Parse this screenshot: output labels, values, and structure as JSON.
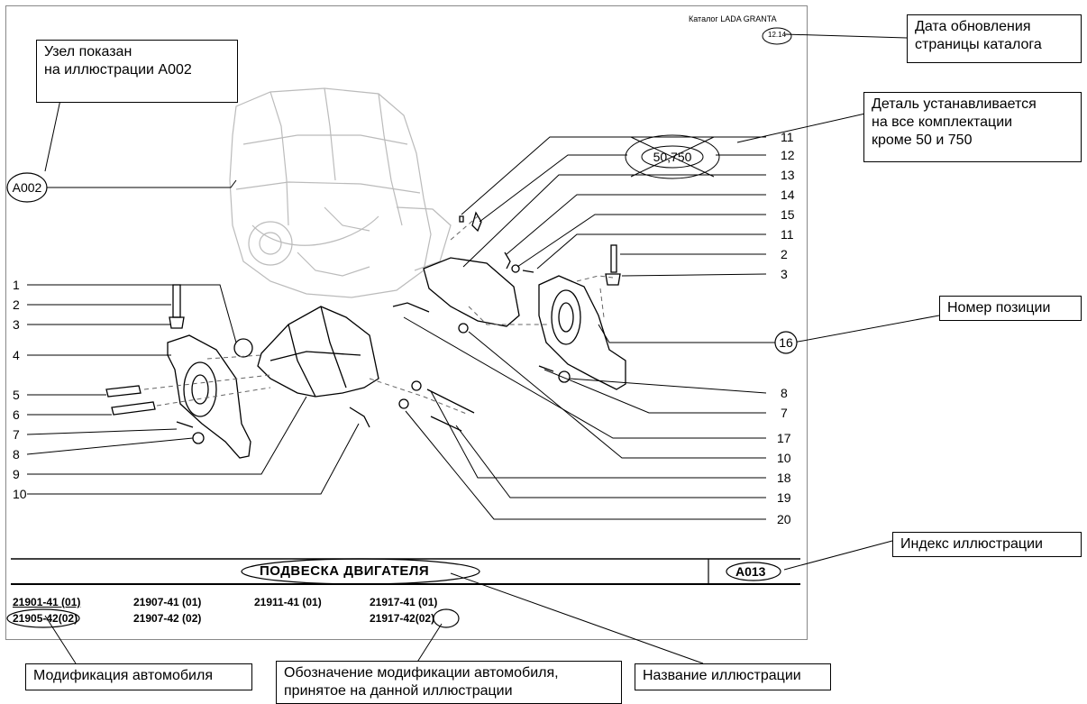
{
  "catalog": {
    "header": "Каталог LADA GRANTA",
    "date_code": "12.14"
  },
  "illustration": {
    "title": "ПОДВЕСКА ДВИГАТЕЛЯ",
    "index": "A013"
  },
  "markers": {
    "assembly_ref": "A002",
    "excluded_configs": "50,750"
  },
  "left_positions": [
    "1",
    "2",
    "3",
    "4",
    "5",
    "6",
    "7",
    "8",
    "9",
    "10"
  ],
  "right_positions": [
    "11",
    "12",
    "13",
    "14",
    "15",
    "11",
    "2",
    "3",
    "8",
    "7",
    "17",
    "10",
    "18",
    "19",
    "20"
  ],
  "position_16": "16",
  "modifications": {
    "row1": [
      "21901-41 (01)",
      "21907-41 (01)",
      "21911-41 (01)",
      "21917-41 (01)"
    ],
    "row2": {
      "c1_code": "21905-42",
      "c1_suffix": "(02)",
      "c2": "21907-42 (02)",
      "c4_code": "21917-42",
      "c4_suffix": "(02)"
    }
  },
  "callouts": {
    "assembly": "Узел показан\nна иллюстрации А002",
    "update_date": "Дата обновления\nстраницы каталога",
    "config": "Деталь устанавливается\nна все комплектации\nкроме 50 и 750",
    "position_number": "Номер позиции",
    "illustration_index": "Индекс иллюстрации",
    "car_modification": "Модификация автомобиля",
    "mod_designation": "Обозначение модификации автомобиля,\nпринятое на данной иллюстрации",
    "illustration_name": "Название иллюстрации"
  }
}
